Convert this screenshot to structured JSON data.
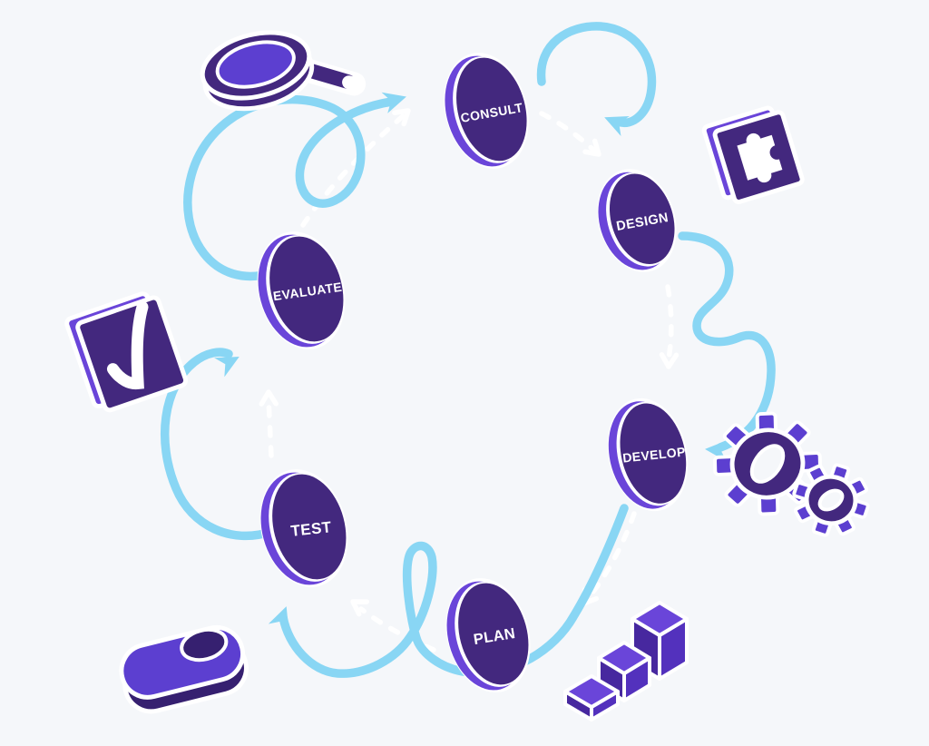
{
  "background_color": "#f5f7fa",
  "colors": {
    "blue": "#89d6f4",
    "dark": "#43287e",
    "mid": "#5c3fd0",
    "light": "#6a45d9",
    "deep": "#362070",
    "cubeL": "#47289f",
    "cubeR": "#5331bd"
  },
  "diagram": {
    "type": "cycle",
    "nodes": [
      {
        "id": "consult",
        "label": "CONSULT",
        "position": "top"
      },
      {
        "id": "design",
        "label": "DESIGN",
        "position": "upper-right"
      },
      {
        "id": "develop",
        "label": "DEVELOP",
        "position": "right"
      },
      {
        "id": "plan",
        "label": "PLAN",
        "position": "bottom"
      },
      {
        "id": "test",
        "label": "TEST",
        "position": "lower-left"
      },
      {
        "id": "evaluate",
        "label": "EVALUATE",
        "position": "upper-left"
      }
    ],
    "connections": [
      {
        "from": "CONSULT",
        "to": "DESIGN"
      },
      {
        "from": "DESIGN",
        "to": "DEVELOP"
      },
      {
        "from": "DEVELOP",
        "to": "PLAN"
      },
      {
        "from": "PLAN",
        "to": "TEST"
      },
      {
        "from": "TEST",
        "to": "EVALUATE"
      },
      {
        "from": "EVALUATE",
        "to": "CONSULT"
      }
    ],
    "icons": [
      {
        "name": "magnifier-icon",
        "near": "CONSULT"
      },
      {
        "name": "puzzle-icon",
        "near": "DESIGN"
      },
      {
        "name": "gears-icon",
        "near": "DEVELOP"
      },
      {
        "name": "bar-blocks-icon",
        "near": "PLAN"
      },
      {
        "name": "toggle-icon",
        "near": "TEST"
      },
      {
        "name": "checkmark-icon",
        "near": "EVALUATE"
      }
    ]
  }
}
